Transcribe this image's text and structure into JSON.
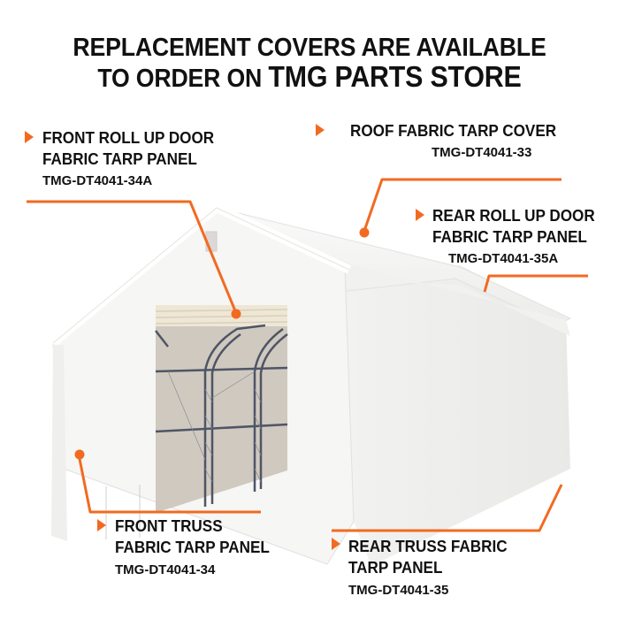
{
  "headline": {
    "line1": "REPLACEMENT COVERS ARE AVAILABLE",
    "line2_prefix": "TO ORDER ON ",
    "line2_emphasis": "TMG PARTS STORE"
  },
  "accent_color": "#f26a21",
  "callouts": [
    {
      "id": "front-roll-up-door",
      "title_line1": "FRONT ROLL UP DOOR",
      "title_line2": "FABRIC TARP PANEL",
      "part_number": "TMG-DT4041-34A"
    },
    {
      "id": "roof",
      "title_line1": "ROOF FABRIC TARP COVER",
      "part_number": "TMG-DT4041-33"
    },
    {
      "id": "rear-roll-up-door",
      "title_line1": "REAR ROLL UP DOOR",
      "title_line2": "FABRIC TARP PANEL",
      "part_number": "TMG-DT4041-35A"
    },
    {
      "id": "front-truss",
      "title_line1": "FRONT TRUSS",
      "title_line2": "FABRIC TARP PANEL",
      "part_number": "TMG-DT4041-34"
    },
    {
      "id": "rear-truss",
      "title_line1": "REAR TRUSS FABRIC",
      "title_line2": "TARP PANEL",
      "part_number": "TMG-DT4041-35"
    }
  ],
  "illustration": {
    "subject": "white fabric storage building tent with open front roll up door showing steel truss frame"
  }
}
